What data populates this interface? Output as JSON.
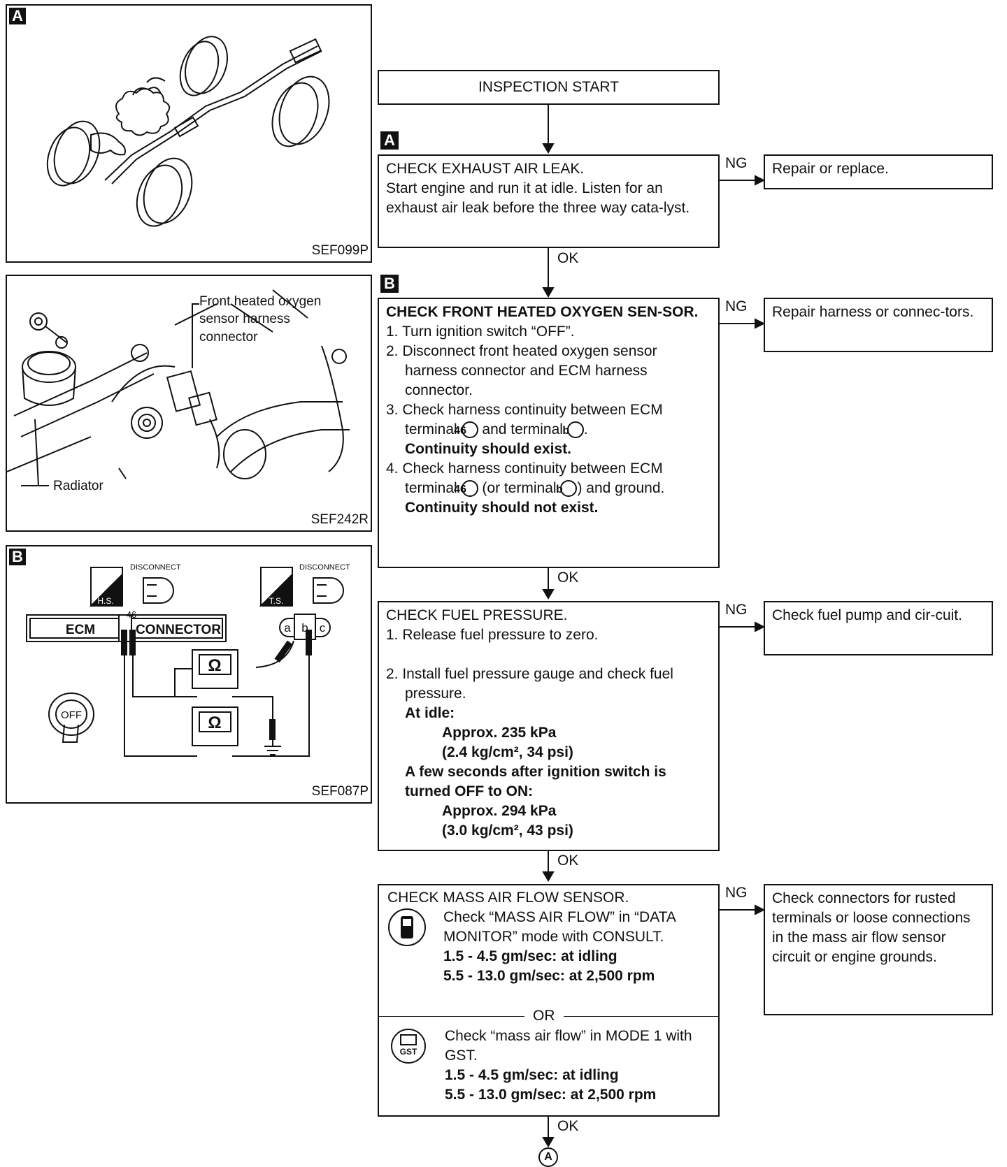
{
  "figures": {
    "a": {
      "label": "A",
      "code": "SEF099P"
    },
    "radiator": {
      "callout": "Front heated oxygen sensor harness connector",
      "callout_lines": [
        "Front heated oxygen",
        "sensor harness",
        "connector"
      ],
      "radiator_label": "Radiator",
      "code": "SEF242R"
    },
    "b": {
      "label": "B",
      "code": "SEF087P",
      "disconnect_1": "DISCONNECT",
      "disconnect_2": "DISCONNECT",
      "hs": "H.S.",
      "ts": "T.S.",
      "ecm": "ECM",
      "connector": "CONNECTOR",
      "terminal": "46",
      "pins": [
        "a",
        "b",
        "c"
      ],
      "ohm": "Ω",
      "off": "OFF"
    }
  },
  "flow": {
    "start": "INSPECTION START",
    "step_a_label": "A",
    "step_b_label": "B",
    "ng": "NG",
    "ok": "OK",
    "or": "OR",
    "end_connector": "A",
    "exhaust": {
      "title": "CHECK EXHAUST AIR LEAK.",
      "body": "Start engine and run it at idle. Listen for an exhaust air leak before the three way cata-lyst.",
      "ng_result": "Repair or replace."
    },
    "oxygen": {
      "title": "CHECK FRONT HEATED OXYGEN SEN-SOR.",
      "step1": "1. Turn ignition switch “OFF”.",
      "step2": "2. Disconnect front heated oxygen sensor harness connector and ECM harness connector.",
      "step3_a": "3. Check harness continuity between ECM terminal",
      "step3_b": "and terminal",
      "step3_c": ".",
      "step3_result": "Continuity should exist.",
      "step4_a": "4. Check harness continuity between ECM terminal",
      "step4_b": "(or terminal",
      "step4_c": ") and ground.",
      "step4_result": "Continuity should not exist.",
      "terminal_num": "46",
      "terminal_letter": "b",
      "ng_result": "Repair harness or connec-tors."
    },
    "fuel": {
      "title": "CHECK FUEL PRESSURE.",
      "step1": "1. Release fuel pressure to zero.",
      "step2": "2. Install fuel pressure gauge and check fuel pressure.",
      "idle_label": "At idle:",
      "idle_value_1": "Approx. 235 kPa",
      "idle_value_2": "(2.4 kg/cm², 34 psi)",
      "after_label": "A few seconds after ignition switch is turned OFF to ON:",
      "after_value_1": "Approx. 294 kPa",
      "after_value_2": "(3.0 kg/cm², 43 psi)",
      "ng_result": "Check fuel pump and cir-cuit."
    },
    "maf": {
      "title": "CHECK MASS AIR FLOW SENSOR.",
      "consult_text": "Check “MASS AIR FLOW” in “DATA MONITOR” mode with CONSULT.",
      "consult_v1": "1.5 - 4.5 gm/sec: at idling",
      "consult_v2": "5.5 - 13.0 gm/sec: at 2,500 rpm",
      "gst_text": "Check “mass air flow” in MODE 1 with GST.",
      "gst_v1": "1.5 - 4.5 gm/sec: at idling",
      "gst_v2": "5.5 - 13.0 gm/sec: at 2,500 rpm",
      "gst_icon": "GST",
      "ng_result": "Check connectors for rusted terminals or loose connections in the mass air flow sensor circuit or engine grounds."
    }
  }
}
